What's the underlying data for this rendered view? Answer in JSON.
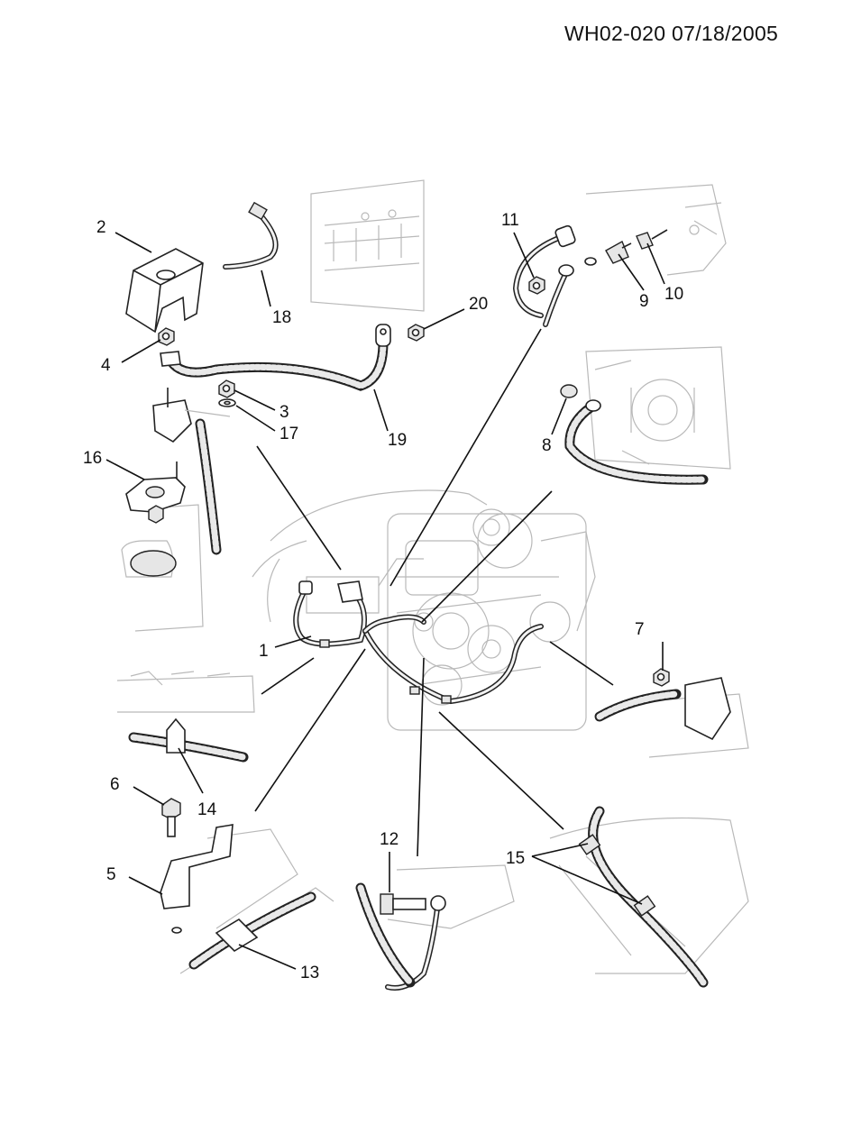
{
  "header": {
    "id_date": "WH02-020  07/18/2005"
  },
  "callouts": [
    {
      "num": "1"
    },
    {
      "num": "2"
    },
    {
      "num": "3"
    },
    {
      "num": "4"
    },
    {
      "num": "5"
    },
    {
      "num": "6"
    },
    {
      "num": "7"
    },
    {
      "num": "8"
    },
    {
      "num": "9"
    },
    {
      "num": "10"
    },
    {
      "num": "11"
    },
    {
      "num": "12"
    },
    {
      "num": "13"
    },
    {
      "num": "14"
    },
    {
      "num": "15"
    },
    {
      "num": "16"
    },
    {
      "num": "17"
    },
    {
      "num": "18"
    },
    {
      "num": "19"
    },
    {
      "num": "20"
    }
  ],
  "colors": {
    "ink": "#111111",
    "background": "#ffffff",
    "faint_line": "#b9b9b9"
  }
}
